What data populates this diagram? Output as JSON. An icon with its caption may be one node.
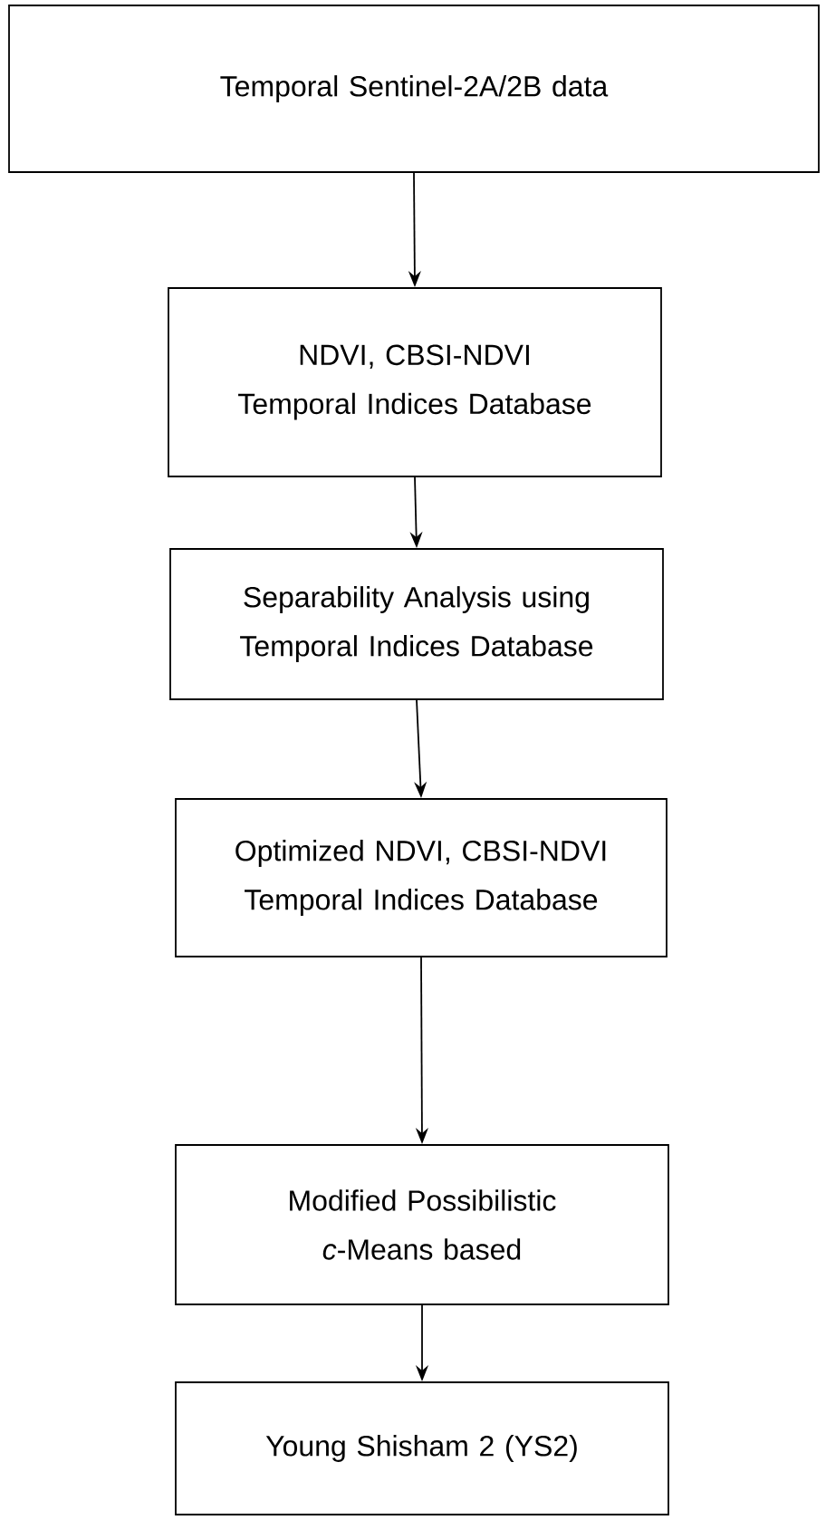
{
  "diagram": {
    "nodes": [
      {
        "text": [
          "Temporal Sentinel-2A/2B data"
        ]
      },
      {
        "text": [
          "NDVI, CBSI-NDVI Temporal Indices Database"
        ]
      },
      {
        "text": [
          "Separability Analysis using Temporal Indices Database"
        ]
      },
      {
        "text": [
          "Optimized NDVI, CBSI-NDVI Temporal Indices Database"
        ]
      },
      {
        "text": [
          "Modified Possibilistic *c*-Means based"
        ]
      },
      {
        "text": [
          "Young Shisham 2 (YS2)"
        ]
      }
    ],
    "edges": [
      {
        "from": 0,
        "to": 1,
        "arrow": "to"
      },
      {
        "from": 1,
        "to": 2,
        "arrow": "to"
      },
      {
        "from": 2,
        "to": 3,
        "arrow": "to"
      },
      {
        "from": 3,
        "to": 4,
        "arrow": "to"
      },
      {
        "from": 4,
        "to": 5,
        "arrow": "to"
      }
    ]
  }
}
